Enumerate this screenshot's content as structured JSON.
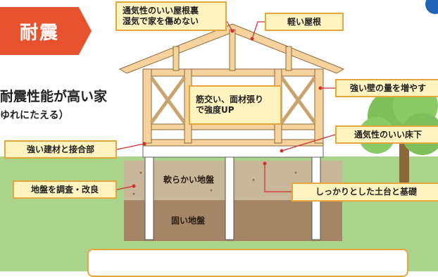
{
  "badge": {
    "label": "耐震"
  },
  "headline": {
    "main": "耐震性能が高い家",
    "sub": "ゆれにたえる）"
  },
  "labels": {
    "roof_note_line1": "通気性のいい屋根裏",
    "roof_note_line2": "湿気で家を傷めない",
    "light_roof": "軽い屋根",
    "bracing_line1": "筋交い、面材張り",
    "bracing_line2": "で強度UP",
    "walls": "強い壁の量を増やす",
    "floor": "通気性のいい床下",
    "joints": "強い建材と接合部",
    "ground": "地盤を調査・改良",
    "foundation": "しっかりとした土台と基礎"
  },
  "strata": {
    "soft": "軟らかい地盤",
    "hard": "固い地盤"
  },
  "colors": {
    "badge": "#e8532f",
    "label_fill": "#fff4bf",
    "label_border": "#e5a73c",
    "wood": "#f6d29c",
    "wood_edge": "#8a6a3a",
    "grass": "#a9d48a",
    "soft_soil": "#c9b79a",
    "hard_soil": "#a48667",
    "leader_line": "#d12e2e",
    "tree": "#7fbf5a"
  },
  "icons": [
    "tree-icon",
    "house-frame-icon"
  ]
}
